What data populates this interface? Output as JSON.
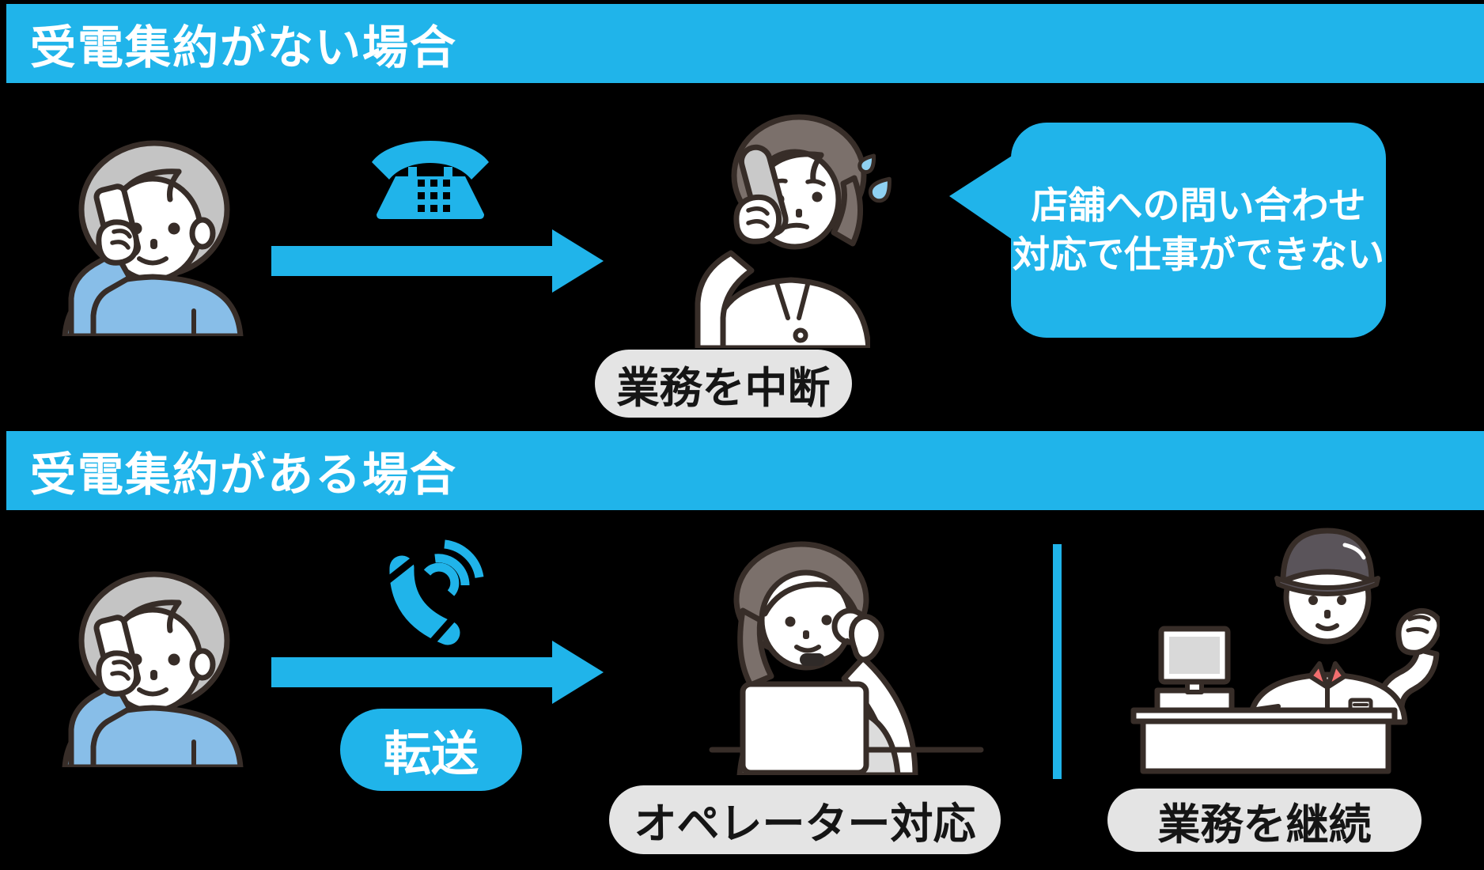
{
  "palette": {
    "background": "#000000",
    "accent_blue": "#20B4EA",
    "label_gray": "#E4E4E4",
    "text_dark": "#151515",
    "text_white": "#FFFFFF",
    "outline_brown": "#372D28",
    "caller_shirt_blue": "#88BEE8",
    "caller_hair_gray": "#C4C4C4",
    "staff_hair_brown": "#7B706B",
    "operator_vest_gray": "#DCDCDC",
    "clerk_cap_gray": "#5A545A",
    "clerk_collar_red": "#F26E6E",
    "receiver_gray": "#C9C9C9",
    "sweat_drop_blue": "#8FD1F2",
    "screen_gray": "#D9D9D9"
  },
  "section_without": {
    "banner_label": "受電集約がない場合",
    "speech_bubble_line1": "店舗への問い合わせ",
    "speech_bubble_line2": "対応で仕事ができない",
    "status_label": "業務を中断"
  },
  "section_with": {
    "banner_label": "受電集約がある場合",
    "transfer_label": "転送",
    "operator_label": "オペレーター対応",
    "continue_label": "業務を継続"
  },
  "icons": [
    "desk-phone-icon",
    "ringing-phone-icon",
    "arrow-right-icon",
    "sweat-drops-icon",
    "caller-woman-illustration",
    "busy-staff-illustration",
    "operator-illustration",
    "store-clerk-illustration"
  ]
}
